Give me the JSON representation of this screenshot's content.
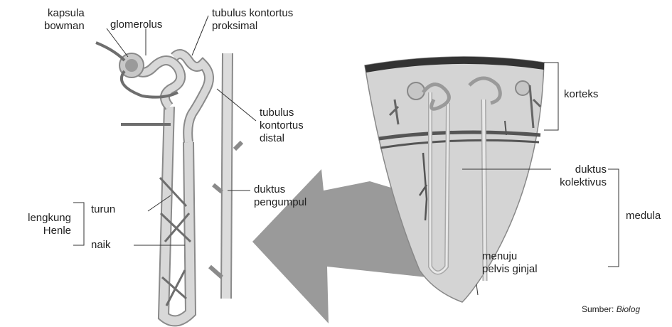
{
  "labels": {
    "kapsula_bowman": [
      "kapsula",
      "bowman"
    ],
    "glomerolus": "glomerolus",
    "tubulus_proksimal": [
      "tubulus kontortus",
      "proksimal"
    ],
    "tubulus_distal": [
      "tubulus",
      "kontortus",
      "distal"
    ],
    "duktus_pengumpul": [
      "duktus",
      "pengumpul"
    ],
    "lengkung_henle": [
      "lengkung",
      "Henle"
    ],
    "turun": "turun",
    "naik": "naik",
    "korteks": "korteks",
    "duktus_kolektivus": [
      "duktus",
      "kolektivus"
    ],
    "medula": "medula",
    "menuju_pelvis": [
      "menuju",
      "pelvis ginjal"
    ]
  },
  "source": {
    "prefix": "Sumber:",
    "title": "Biolog"
  },
  "colors": {
    "tubule_fill": "#d8d8d8",
    "tubule_stroke": "#8a8a8a",
    "vessel": "#6e6e6e",
    "arrow": "#9a9a9a",
    "tissue": "#d4d4d4",
    "capsule_top": "#333333"
  }
}
